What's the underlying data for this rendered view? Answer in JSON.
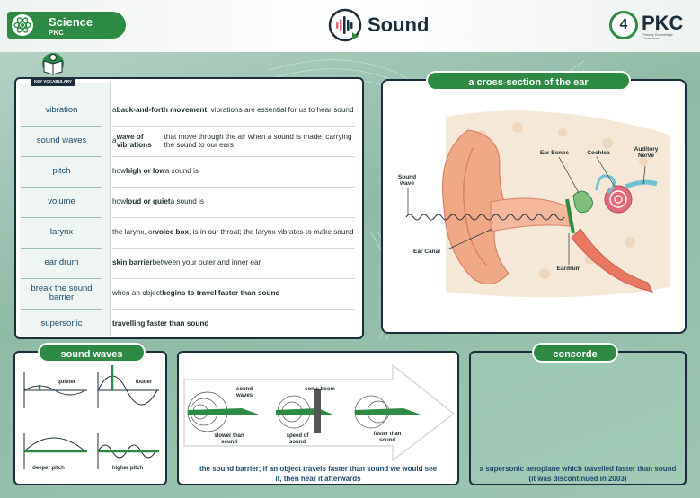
{
  "header": {
    "brand_title": "Science",
    "brand_sub": "PKC",
    "page_title": "Sound",
    "logo_number": "4",
    "logo_text": "PKC",
    "logo_small": "Primary Knowledge Curriculum"
  },
  "vocab": {
    "badge": "KEY VOCABULARY",
    "items": [
      {
        "term": "vibration",
        "def_html": "a <b>back-and-forth movement</b>; vibrations are essential for us to hear sound"
      },
      {
        "term": "sound waves",
        "def_html": "a <b>wave of vibrations</b> that move through the air when a sound is made, carrying the sound to our ears"
      },
      {
        "term": "pitch",
        "def_html": "how <b>high or low</b> a sound is"
      },
      {
        "term": "volume",
        "def_html": "how <b>loud or quiet</b> a sound is"
      },
      {
        "term": "larynx",
        "def_html": "the larynx, or <b>voice box</b>, is in our throat; the larynx vibrates to make sound"
      },
      {
        "term": "ear drum",
        "def_html": "<b>skin barrier</b> between your outer and inner ear"
      },
      {
        "term": "break the sound barrier",
        "def_html": "when an object <b>begins to travel faster than sound</b>"
      },
      {
        "term": "supersonic",
        "def_html": "<b>travelling faster than sound</b>"
      }
    ]
  },
  "ear": {
    "title": "a cross-section of the ear",
    "labels": {
      "sound_wave": "Sound wave",
      "ear_bones": "Ear Bones",
      "cochlea": "Cochlea",
      "auditory_nerve": "Auditory Nerve",
      "ear_canal": "Ear Canal",
      "eardrum": "Eardrum"
    }
  },
  "waves": {
    "title": "sound waves",
    "quieter": "quieter",
    "louder": "louder",
    "deeper": "deeper pitch",
    "higher": "higher pitch"
  },
  "barrier": {
    "sound_waves": "sound waves",
    "sonic_boom": "sonic boom",
    "slower": "slower than sound",
    "speed_of": "speed of sound",
    "faster": "faster than sound",
    "caption": "the sound barrier; if an object travels faster than sound we would see it, then hear it afterwards"
  },
  "concorde": {
    "title": "concorde",
    "caption": "a supersonic aeroplane which travelled faster than sound (it was discontinued in 2003)"
  },
  "colors": {
    "green": "#2c8a43",
    "navy": "#1b2d3a",
    "skin": "#f0a985",
    "cochlea": "#e46a7a",
    "nerve": "#6cc3d5"
  }
}
